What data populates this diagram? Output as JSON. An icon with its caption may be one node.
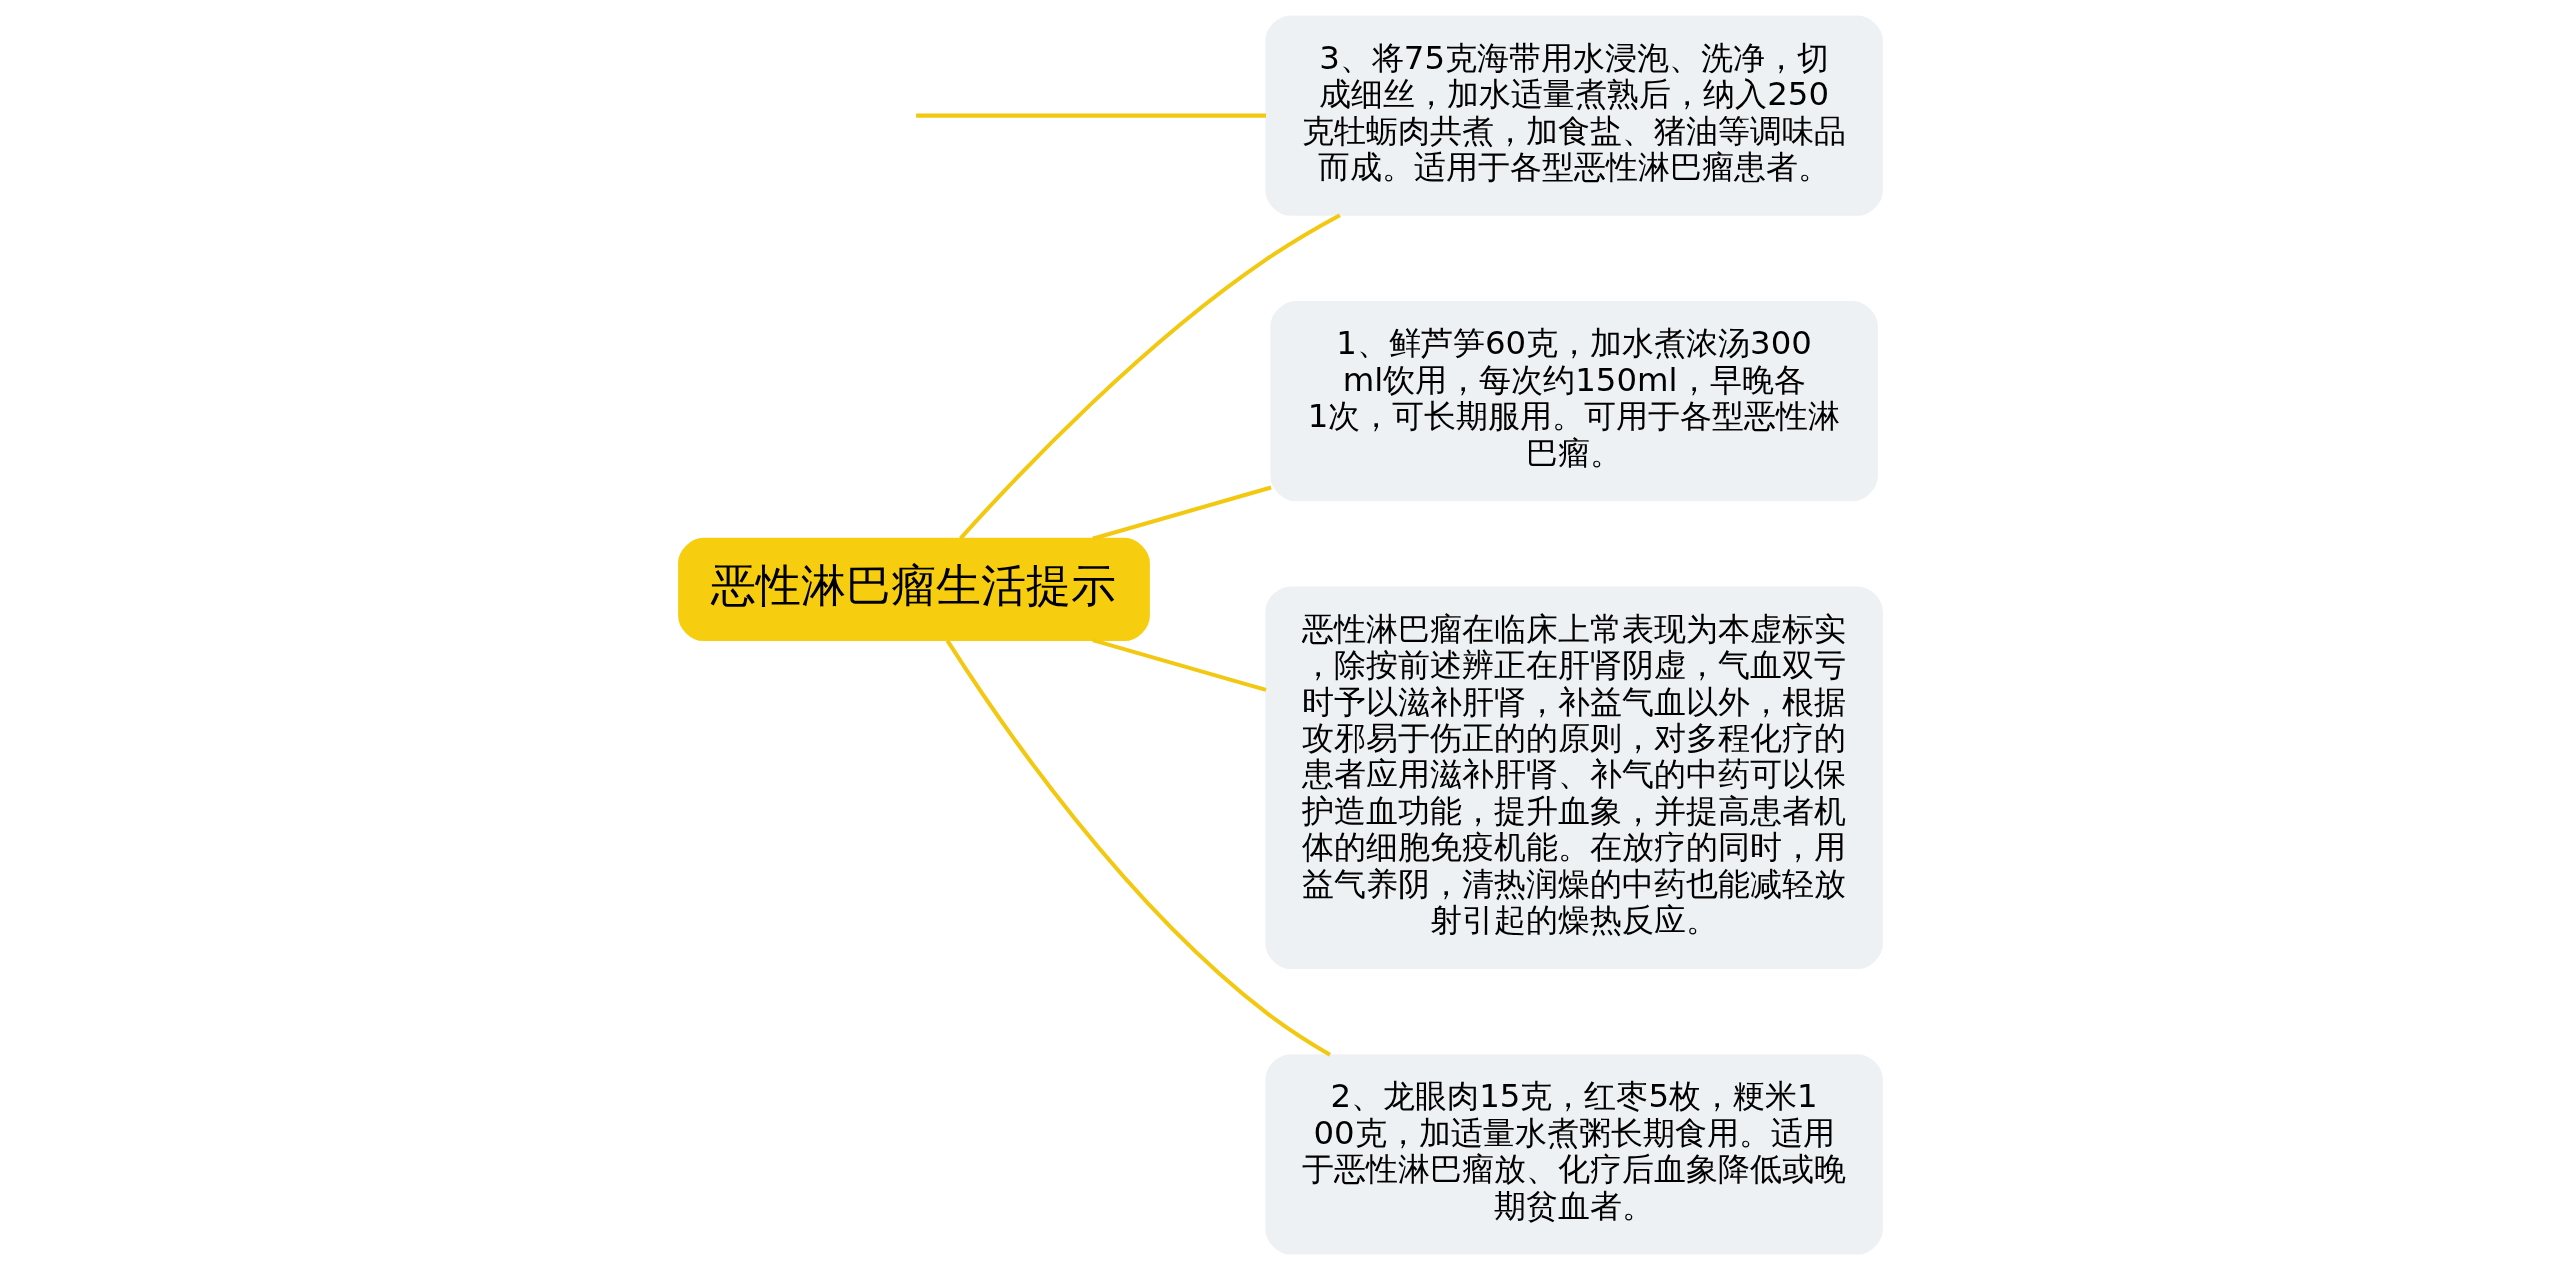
{
  "diagram": {
    "nodes": [
      {
        "text": [
          "恶性淋巴瘤生活提示"
        ]
      },
      {
        "text": [
          "1、鲜芦笋60克，加水煮浓汤300ml饮用，每次约150ml，早晚各1次，可长期服用。可用于各型恶性淋巴瘤。"
        ]
      },
      {
        "text": [
          "3、将75克海带用水浸泡、洗净，切成细丝，加水适量煮熟后，纳入250克牡蛎肉共煮，加食盐、猪油等调味品而成。适用于各型恶性淋巴瘤患者。"
        ]
      },
      {
        "text": [
          "恶性淋巴瘤在临床上常表现为本虚标实，除按前述辨正在肝肾阴虚，气血双亏时予以滋补肝肾，补益气血以外，根据攻邪易于伤正的的原则，对多程化疗的患者应用滋补肝肾、补气的中药可以保护造血功能，提升血象，并提高患者机体的细胞免疫机能。在放疗的同时，用益气养阴，清热润燥的中药也能减轻放射引起的燥热反应。"
        ]
      },
      {
        "text": [
          "2、龙眼肉15克，红枣5枚，粳米100克，加适量水煮粥长期食用。适用于恶性淋巴瘤放、化疗后血象降低或晚期贫血者。"
        ]
      }
    ],
    "edges": [
      {
        "from": 0,
        "to": 1,
        "arrow": "none"
      },
      {
        "from": 0,
        "to": 2,
        "arrow": "none"
      },
      {
        "from": 0,
        "to": 3,
        "arrow": "none"
      },
      {
        "from": 0,
        "to": 4,
        "arrow": "none"
      },
      {
        "from": null,
        "to": 2,
        "arrow": "none"
      }
    ]
  }
}
